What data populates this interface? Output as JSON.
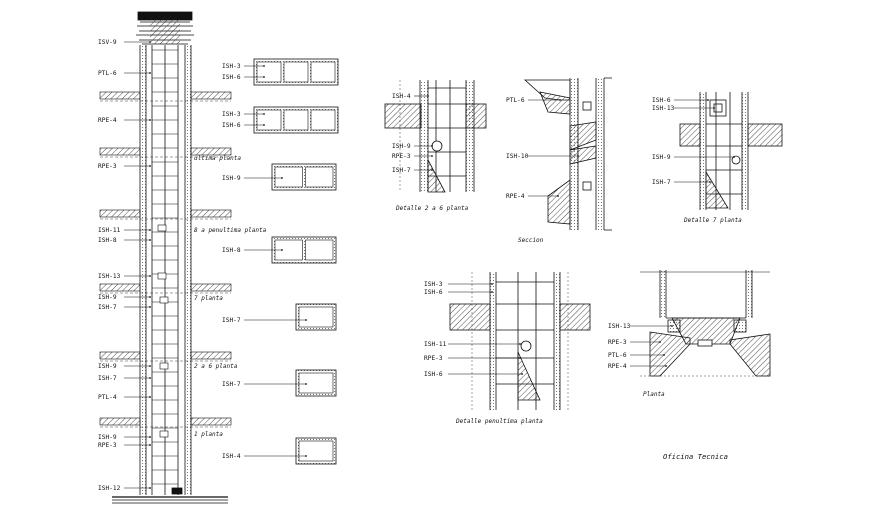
{
  "column": {
    "labels": [
      "ISV-9",
      "PTL-6",
      "RPE-4",
      "RPE-3",
      "ISH-11",
      "ISH-8",
      "ISH-13",
      "ISH-9",
      "ISH-7",
      "ISH-9",
      "ISH-7",
      "PTL-4",
      "ISH-9",
      "RPE-3",
      "ISH-12"
    ],
    "floor_notes": [
      "ultima planta",
      "8 a penultima planta",
      "7 planta",
      "2 a 6 planta",
      "1 planta"
    ]
  },
  "sections": {
    "labels": [
      "ISH-3",
      "ISH-6",
      "ISH-3",
      "ISH-6",
      "ISH-9",
      "ISH-8",
      "ISH-7",
      "ISH-7",
      "ISH-4"
    ]
  },
  "detail_2_6": {
    "labels": [
      "ISH-4",
      "ISH-9",
      "RPE-3",
      "ISH-7"
    ],
    "caption": "Detalle 2 a 6 planta"
  },
  "seccion": {
    "labels": [
      "PTL-6",
      "ISH-10",
      "RPE-4"
    ],
    "caption": "Seccion"
  },
  "detail_7": {
    "labels": [
      "ISH-6",
      "ISH-13",
      "ISH-9",
      "ISH-7"
    ],
    "caption": "Detalle 7 planta"
  },
  "detail_penultima": {
    "labels": [
      "ISH-3",
      "ISH-6",
      "ISH-11",
      "RPE-3",
      "ISH-6"
    ],
    "caption": "Detalle penultima planta"
  },
  "planta": {
    "labels": [
      "ISH-13",
      "RPE-3",
      "PTL-6",
      "RPE-4"
    ],
    "caption": "Planta"
  },
  "office": "Oficina Tecnica"
}
